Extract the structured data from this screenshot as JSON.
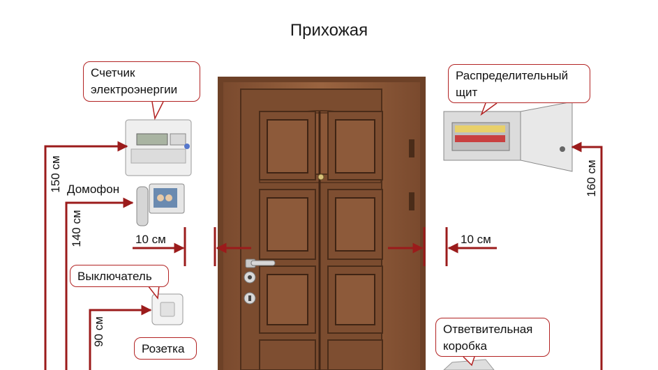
{
  "title": "Прихожая",
  "callouts": {
    "meter": [
      "Счетчик",
      "электроэнергии"
    ],
    "panel": [
      "Распределительный",
      "щит"
    ],
    "intercom": "Домофон",
    "switch": "Выключатель",
    "socket": "Розетка",
    "junction": [
      "Ответвительная",
      "коробка"
    ]
  },
  "dimensions": {
    "meter_height": "150 см",
    "intercom_height": "140 см",
    "switch_height": "90 см",
    "panel_height": "160 см",
    "left_offset": "10 см",
    "right_offset": "10 см"
  },
  "colors": {
    "line": "#9b1b1b",
    "door": "#8a5636",
    "door_dark": "#5f3a22",
    "callout_border": "#b22222"
  }
}
